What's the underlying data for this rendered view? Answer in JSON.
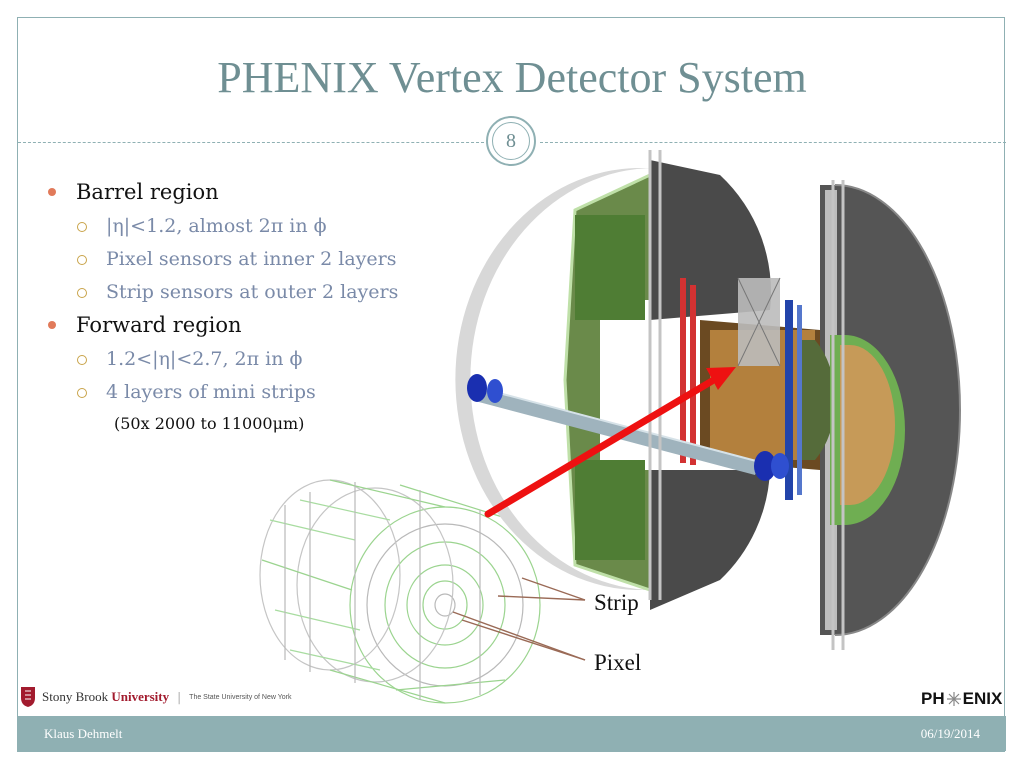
{
  "slide": {
    "title": "PHENIX Vertex Detector System",
    "page_number": "8"
  },
  "bullets": {
    "barrel": {
      "heading": "Barrel region",
      "items": [
        "|η|<1.2, almost 2π in ϕ",
        "Pixel sensors at inner 2 layers",
        "Strip sensors at outer 2 layers"
      ]
    },
    "forward": {
      "heading": "Forward region",
      "items": [
        "1.2<|η|<2.7, 2π in ϕ",
        "4 layers of mini strips"
      ],
      "note": "(50x 2000 to 11000μm)"
    }
  },
  "diagram": {
    "strip_label": "Strip",
    "pixel_label": "Pixel",
    "arrow_color": "#ee1111"
  },
  "logos": {
    "university": "Stony Brook",
    "university_emph": "University",
    "university_tag": "The State University of New York",
    "experiment_left": "PH",
    "experiment_right": "ENIX"
  },
  "footer": {
    "author": "Klaus Dehmelt",
    "date": "06/19/2014"
  },
  "colors": {
    "accent": "#8fb0b3",
    "title": "#6f8f93",
    "bullet_dot": "#e17a5a",
    "sub_bullet": "#7a8aa8"
  }
}
